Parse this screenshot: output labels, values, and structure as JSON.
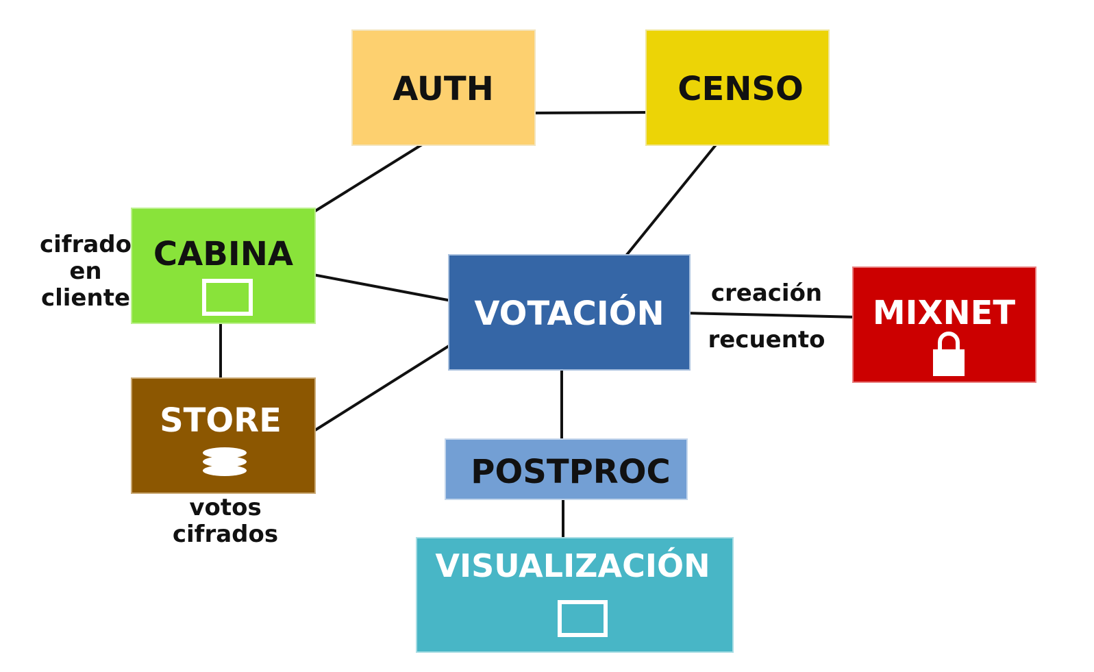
{
  "nodes": {
    "auth": {
      "label": "AUTH",
      "color": "#fdd06f",
      "text_color": "#111111"
    },
    "censo": {
      "label": "CENSO",
      "color": "#ecd406",
      "text_color": "#111111"
    },
    "cabina": {
      "label": "CABINA",
      "color": "#89e33a",
      "text_color": "#111111",
      "icon": "monitor-icon"
    },
    "votacion": {
      "label": "VOTACIÓN",
      "color": "#3566a6",
      "text_color": "#ffffff"
    },
    "mixnet": {
      "label": "MIXNET",
      "color": "#cc0000",
      "text_color": "#ffffff",
      "icon": "lock-icon"
    },
    "store": {
      "label": "STORE",
      "color": "#8c5701",
      "text_color": "#ffffff",
      "icon": "database-icon"
    },
    "postproc": {
      "label": "POSTPROC",
      "color": "#739fd4",
      "text_color": "#111111"
    },
    "visualizacion": {
      "label": "VISUALIZACIÓN",
      "color": "#48b6c6",
      "text_color": "#ffffff",
      "icon": "monitor-icon"
    }
  },
  "annotations": {
    "cabina_side": [
      "cifrado",
      "en",
      "cliente"
    ],
    "store_below": [
      "votos",
      "cifrados"
    ],
    "mixnet_link_top": "creación",
    "mixnet_link_bottom": "recuento"
  },
  "connections": [
    [
      "auth",
      "censo"
    ],
    [
      "auth",
      "cabina"
    ],
    [
      "censo",
      "votacion"
    ],
    [
      "cabina",
      "votacion"
    ],
    [
      "cabina",
      "store"
    ],
    [
      "store",
      "votacion"
    ],
    [
      "votacion",
      "mixnet"
    ],
    [
      "votacion",
      "postproc"
    ],
    [
      "postproc",
      "visualizacion"
    ]
  ]
}
